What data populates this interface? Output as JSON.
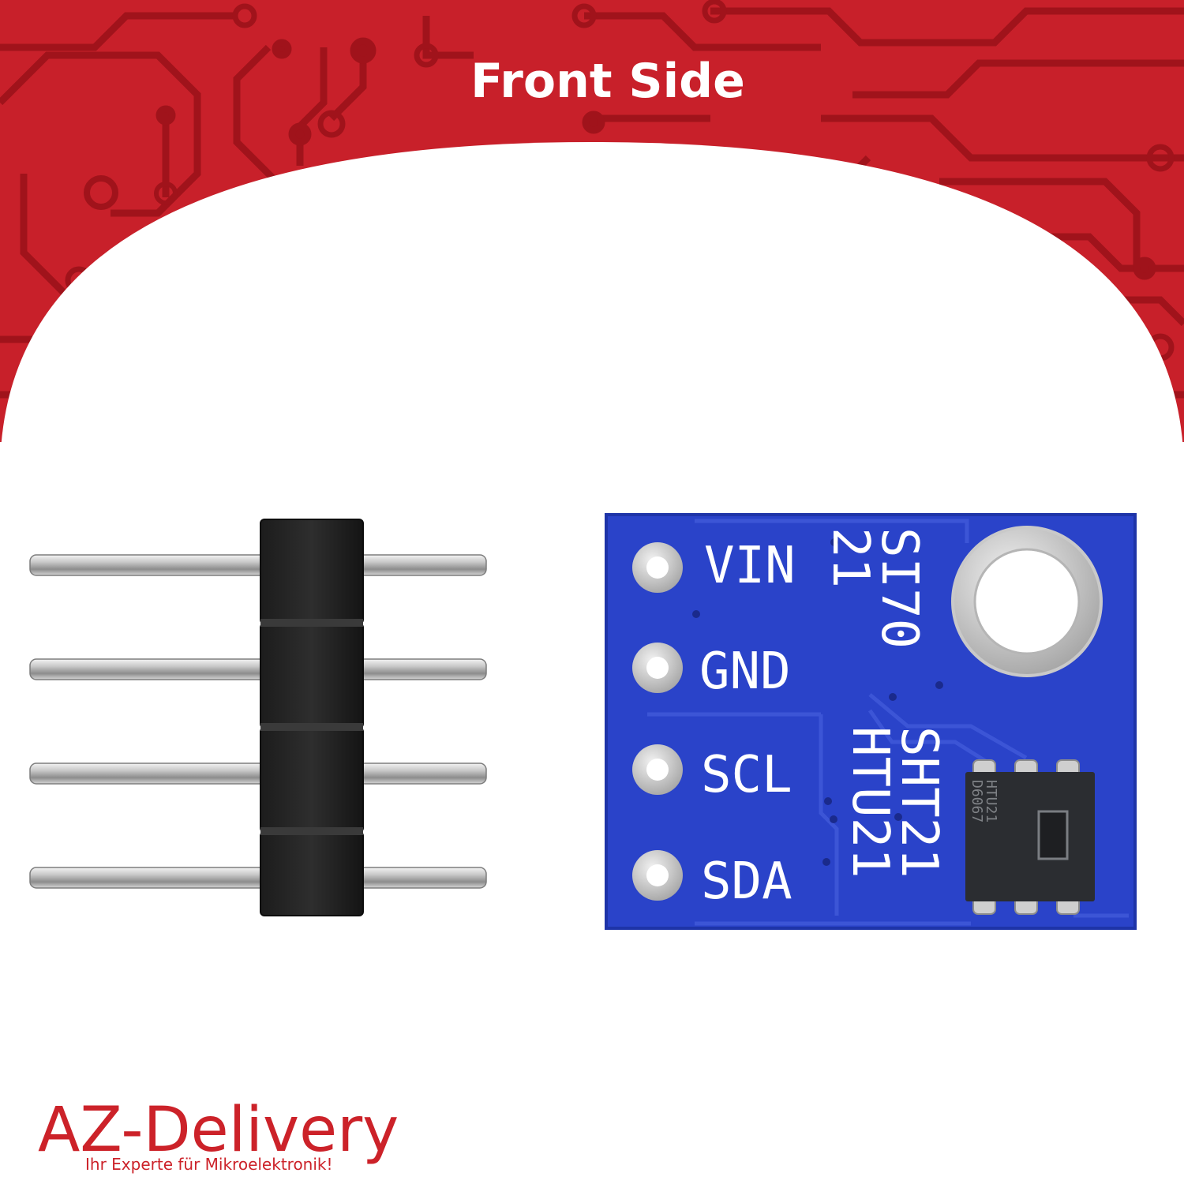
{
  "banner": {
    "title": "Front Side",
    "color": "#c8202a",
    "trace_color": "#a8151e"
  },
  "board": {
    "color": "#2a43c9",
    "pin_labels": [
      "VIN",
      "GND",
      "SCL",
      "SDA"
    ],
    "chip_names_left": "SI70\n21",
    "chip_names_right": "SHT21\nHTU21",
    "chip_marking": "HTU21\nD6067"
  },
  "header_pins": {
    "count": 4
  },
  "logo": {
    "name": "AZ-Delivery",
    "tagline": "Ihr Experte für Mikroelektronik!",
    "color": "#cc2229"
  }
}
